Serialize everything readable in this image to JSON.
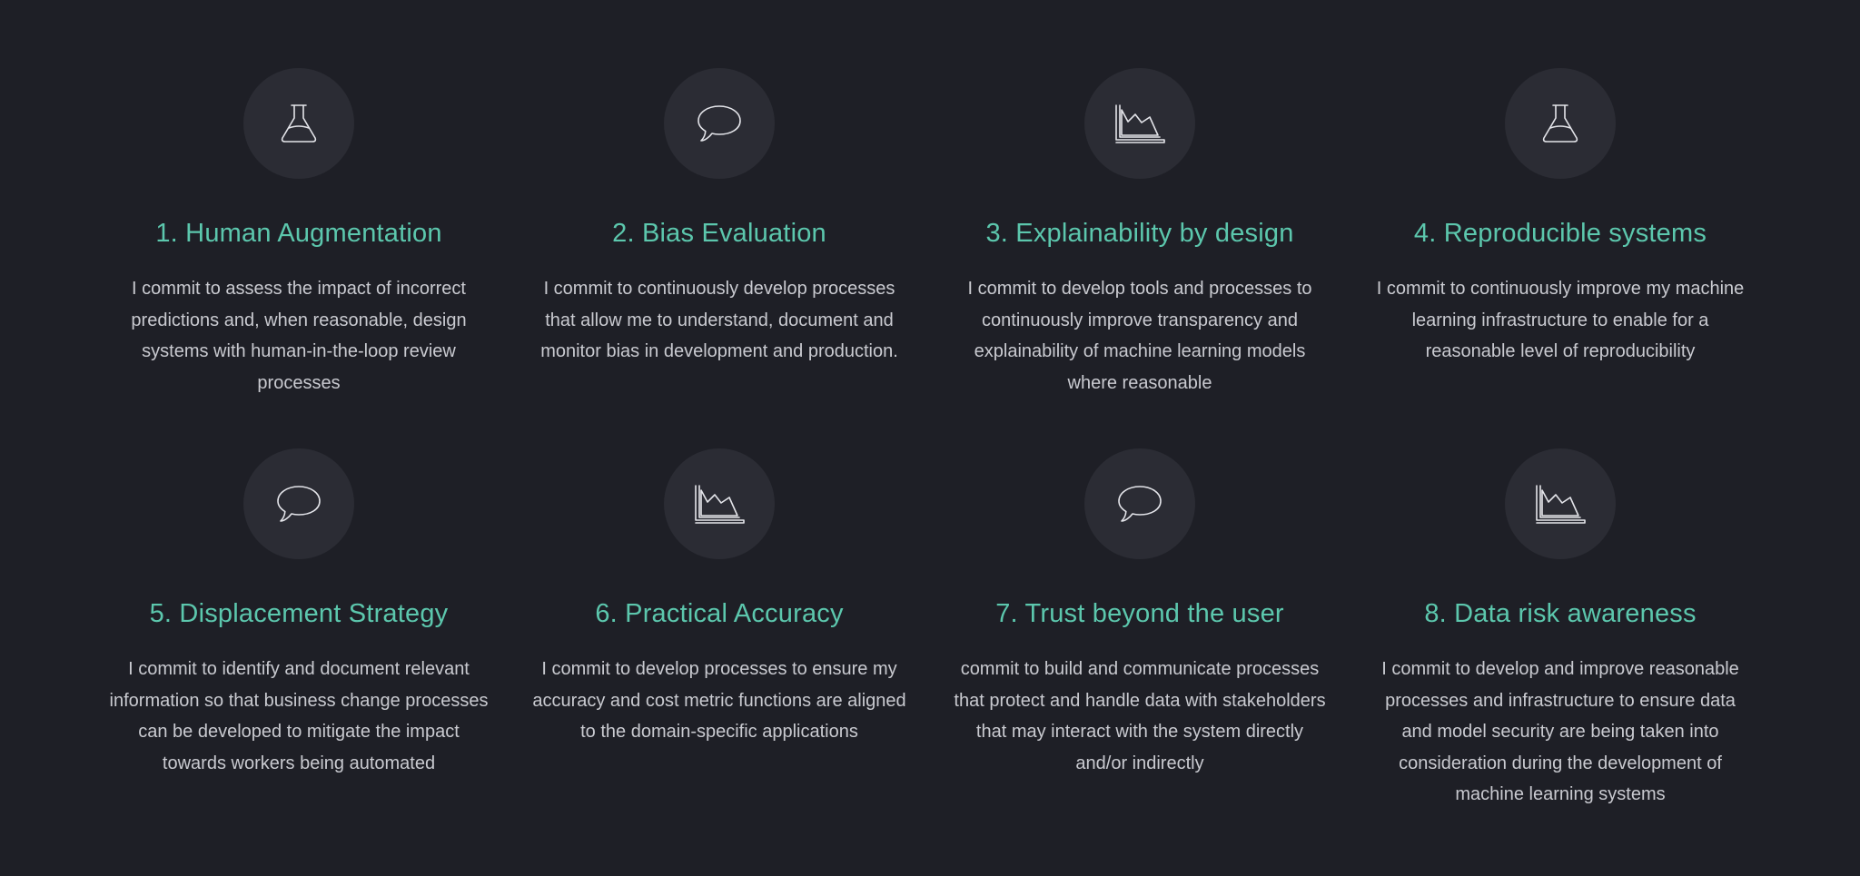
{
  "principles": [
    {
      "icon": "flask-icon",
      "title": "1. Human Augmentation",
      "description": "I commit to assess the impact of incorrect predictions and, when reasonable, design systems with human-in-the-loop review processes"
    },
    {
      "icon": "speech-bubble-icon",
      "title": "2. Bias Evaluation",
      "description": "I commit to continuously develop processes that allow me to understand, document and monitor bias in development and production."
    },
    {
      "icon": "area-chart-icon",
      "title": "3. Explainability by design",
      "description": "I commit to develop tools and processes to continuously improve transparency and explainability of machine learning models where reasonable"
    },
    {
      "icon": "flask-icon",
      "title": "4. Reproducible systems",
      "description": "I commit to continuously improve my machine learning infrastructure to enable for a reasonable level of reproducibility"
    },
    {
      "icon": "speech-bubble-icon",
      "title": "5. Displacement Strategy",
      "description": "I commit to identify and document relevant information so that business change processes can be developed to mitigate the impact towards workers being automated"
    },
    {
      "icon": "area-chart-icon",
      "title": "6. Practical Accuracy",
      "description": "I commit to develop processes to ensure my accuracy and cost metric functions are aligned to the domain-specific applications"
    },
    {
      "icon": "speech-bubble-icon",
      "title": "7. Trust beyond the user",
      "description": "commit to build and communicate processes that protect and handle data with stakeholders that may interact with the system directly and/or indirectly"
    },
    {
      "icon": "area-chart-icon",
      "title": "8. Data risk awareness",
      "description": "I commit to develop and improve reasonable processes and infrastructure to ensure data and model security are being taken into consideration during the development of machine learning systems"
    }
  ],
  "colors": {
    "background": "#1e1f26",
    "icon_circle": "#2b2c34",
    "title_accent": "#5cc7ad",
    "body_text": "#c9cad0"
  }
}
